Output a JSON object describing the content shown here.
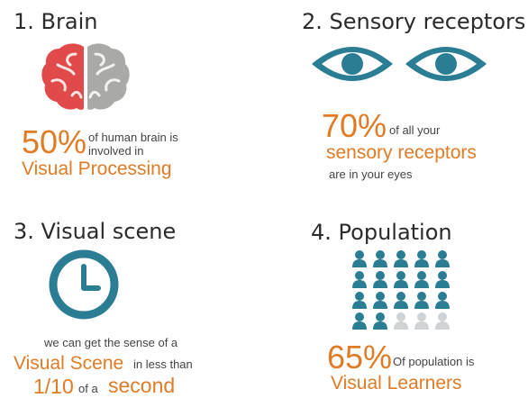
{
  "colors": {
    "accent": "#e07b26",
    "teal": "#2a7d93",
    "brain_red": "#e04a4a",
    "brain_gray": "#a9aaa8",
    "person_dim": "#cfd3d6"
  },
  "brain": {
    "heading": "1. Brain",
    "percent": "50%",
    "line1": "of human brain is",
    "line2": "involved in",
    "highlight": "Visual Processing",
    "icon": "brain-icon"
  },
  "sensory": {
    "heading": "2. Sensory receptors",
    "percent": "70%",
    "line1": "of all your",
    "highlight": "sensory receptors",
    "line2": "are in your eyes",
    "icon": "eye-icon"
  },
  "scene": {
    "heading": "3. Visual scene",
    "line1": "we can get the sense of a",
    "highlight": "Visual Scene",
    "line2": "in less than",
    "fraction": "1/10",
    "of_a": "of a",
    "second": "second",
    "icon": "clock-icon"
  },
  "population": {
    "heading": "4. Population",
    "percent": "65%",
    "line1": "Of population is",
    "highlight": "Visual Learners",
    "icon": "person-icon",
    "filled_count": 17,
    "total_count": 20
  }
}
